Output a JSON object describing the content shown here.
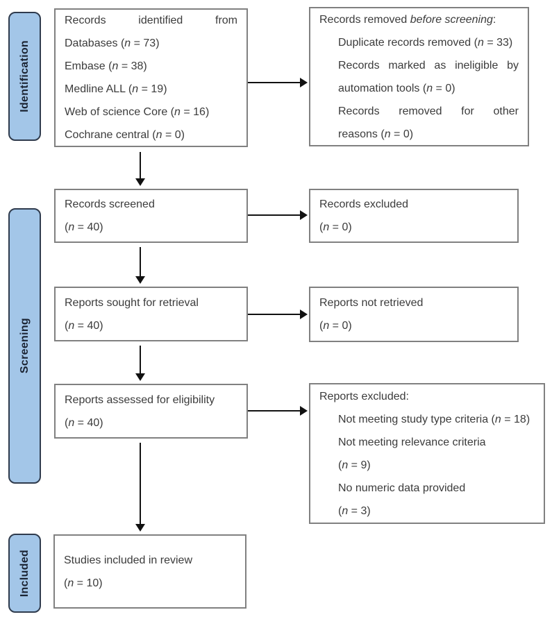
{
  "palette": {
    "stage-bg": "#a3c6e8",
    "stage-border": "#2f3b4d",
    "stage-text": "#1b2433",
    "box-border": "#808080",
    "box-text": "#3b3b3b",
    "arrow": "#111111",
    "page-bg": "#ffffff"
  },
  "stages": {
    "identification": "Identification",
    "screening": "Screening",
    "included": "Included"
  },
  "boxes": {
    "identified": {
      "lines": [
        {
          "justify": true,
          "segs": [
            {
              "t": "Records identified from"
            }
          ]
        },
        {
          "segs": [
            {
              "t": "Databases ("
            },
            {
              "t": "n",
              "i": true
            },
            {
              "t": " = 73)"
            }
          ]
        },
        {
          "segs": [
            {
              "t": "Embase ("
            },
            {
              "t": "n",
              "i": true
            },
            {
              "t": " = 38)"
            }
          ]
        },
        {
          "segs": [
            {
              "t": "Medline ALL ("
            },
            {
              "t": "n",
              "i": true
            },
            {
              "t": " = 19)"
            }
          ]
        },
        {
          "segs": [
            {
              "t": "Web of science Core ("
            },
            {
              "t": "n",
              "i": true
            },
            {
              "t": " = 16)"
            }
          ]
        },
        {
          "segs": [
            {
              "t": "Cochrane central ("
            },
            {
              "t": "n",
              "i": true
            },
            {
              "t": " = 0)"
            }
          ]
        }
      ]
    },
    "removed": {
      "lines": [
        {
          "segs": [
            {
              "t": "Records removed "
            },
            {
              "t": "before screening",
              "i": true
            },
            {
              "t": ":"
            }
          ]
        },
        {
          "indent": true,
          "segs": [
            {
              "t": "Duplicate records removed ("
            },
            {
              "t": "n",
              "i": true
            },
            {
              "t": " = 33)"
            }
          ]
        },
        {
          "indent": true,
          "justify": true,
          "segs": [
            {
              "t": "Records marked as ineligible by"
            }
          ]
        },
        {
          "indent": true,
          "segs": [
            {
              "t": "automation tools ("
            },
            {
              "t": "n",
              "i": true
            },
            {
              "t": " = 0)"
            }
          ]
        },
        {
          "indent": true,
          "justify": true,
          "segs": [
            {
              "t": "Records removed for other"
            }
          ]
        },
        {
          "indent": true,
          "segs": [
            {
              "t": "reasons ("
            },
            {
              "t": "n",
              "i": true
            },
            {
              "t": " = 0)"
            }
          ]
        }
      ]
    },
    "screened": {
      "lines": [
        {
          "segs": [
            {
              "t": "Records screened"
            }
          ]
        },
        {
          "segs": [
            {
              "t": "("
            },
            {
              "t": "n",
              "i": true
            },
            {
              "t": " = 40)"
            }
          ]
        }
      ]
    },
    "records_excluded": {
      "lines": [
        {
          "segs": [
            {
              "t": "Records excluded"
            }
          ]
        },
        {
          "segs": [
            {
              "t": "("
            },
            {
              "t": "n",
              "i": true
            },
            {
              "t": " = 0)"
            }
          ]
        }
      ]
    },
    "sought": {
      "lines": [
        {
          "segs": [
            {
              "t": "Reports sought for retrieval"
            }
          ]
        },
        {
          "segs": [
            {
              "t": "("
            },
            {
              "t": "n",
              "i": true
            },
            {
              "t": " = 40)"
            }
          ]
        }
      ]
    },
    "not_retrieved": {
      "lines": [
        {
          "segs": [
            {
              "t": "Reports not retrieved"
            }
          ]
        },
        {
          "segs": [
            {
              "t": "("
            },
            {
              "t": "n",
              "i": true
            },
            {
              "t": " = 0)"
            }
          ]
        }
      ]
    },
    "assessed": {
      "lines": [
        {
          "segs": [
            {
              "t": "Reports assessed for eligibility"
            }
          ]
        },
        {
          "segs": [
            {
              "t": "("
            },
            {
              "t": "n",
              "i": true
            },
            {
              "t": " = 40)"
            }
          ]
        }
      ]
    },
    "reports_excluded": {
      "lines": [
        {
          "segs": [
            {
              "t": "Reports excluded:"
            }
          ]
        },
        {
          "indent": true,
          "segs": [
            {
              "t": "Not meeting study type criteria ("
            },
            {
              "t": "n",
              "i": true
            },
            {
              "t": " = 18)"
            }
          ]
        },
        {
          "indent": true,
          "segs": [
            {
              "t": "Not meeting relevance criteria"
            }
          ]
        },
        {
          "indent": true,
          "segs": [
            {
              "t": "("
            },
            {
              "t": "n",
              "i": true
            },
            {
              "t": " = 9)"
            }
          ]
        },
        {
          "indent": true,
          "segs": [
            {
              "t": "No numeric data provided"
            }
          ]
        },
        {
          "indent": true,
          "segs": [
            {
              "t": "("
            },
            {
              "t": "n",
              "i": true
            },
            {
              "t": " = 3)"
            }
          ]
        }
      ]
    },
    "included": {
      "lines": [
        {
          "segs": [
            {
              "t": "Studies included in review"
            }
          ]
        },
        {
          "segs": [
            {
              "t": "("
            },
            {
              "t": "n",
              "i": true
            },
            {
              "t": " = 10)"
            }
          ]
        }
      ]
    }
  }
}
